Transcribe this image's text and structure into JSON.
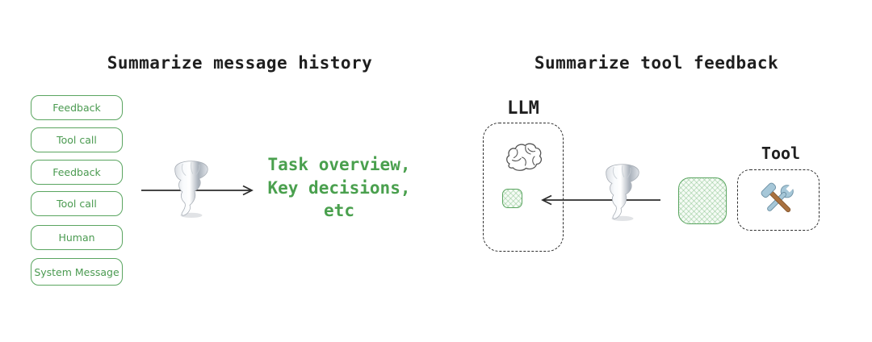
{
  "left_panel": {
    "title": "Summarize message history",
    "messages": [
      "Feedback",
      "Tool call",
      "Feedback",
      "Tool call",
      "Human",
      "System Message"
    ],
    "output_lines": [
      "Task overview,",
      "Key decisions,",
      "etc"
    ]
  },
  "right_panel": {
    "title": "Summarize tool feedback",
    "llm_label": "LLM",
    "tool_label": "Tool"
  },
  "icons": {
    "tornado": "summarization-tornado",
    "brain": "llm-brain-doodle",
    "hammer_wrench": "tool-hammer-and-wrench"
  },
  "colors": {
    "green_border": "#5aa560",
    "green_text": "#4aa04e",
    "ink": "#1f1f1f",
    "dashed_border": "#2e2e2e"
  }
}
